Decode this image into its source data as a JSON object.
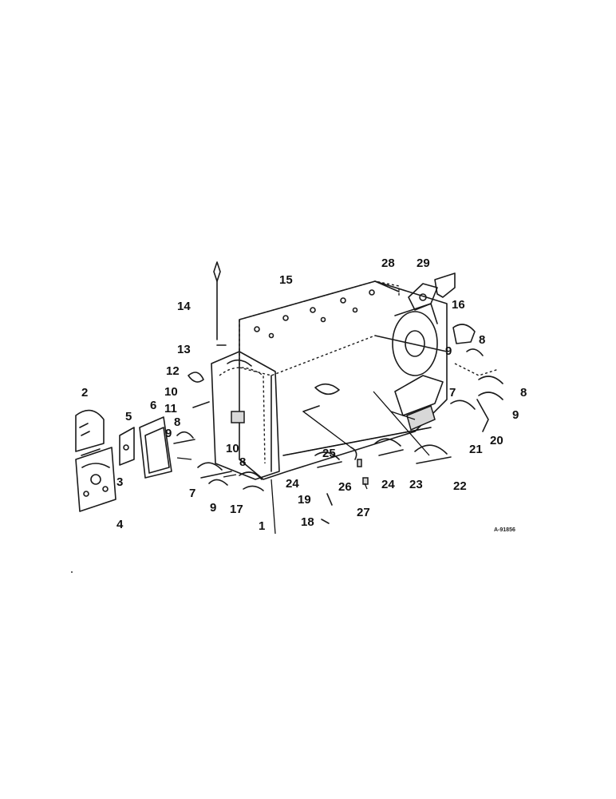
{
  "figure_ref": "A-91856",
  "callouts": [
    "1",
    "2",
    "3",
    "4",
    "5",
    "6",
    "7",
    "7",
    "8",
    "8",
    "8",
    "8",
    "9",
    "9",
    "9",
    "9",
    "10",
    "10",
    "11",
    "12",
    "13",
    "14",
    "15",
    "16",
    "17",
    "18",
    "19",
    "20",
    "21",
    "22",
    "23",
    "24",
    "24",
    "25",
    "26",
    "27",
    "28",
    "29"
  ],
  "colors": {
    "ink": "#111111",
    "background": "#ffffff"
  }
}
